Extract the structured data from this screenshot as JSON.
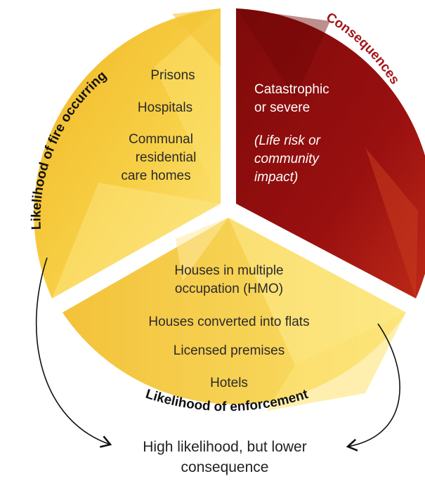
{
  "segments": {
    "likelihood_fire": {
      "label": "Likelihood of fire occurring",
      "items": [
        "Prisons",
        "Hospitals",
        "Communal",
        "residential",
        "care homes"
      ]
    },
    "consequences": {
      "label": "Consequences",
      "line1": "Catastrophic",
      "line2": "or severe",
      "italic1": "(Life risk or",
      "italic2": "community",
      "italic3": "impact)"
    },
    "enforcement": {
      "label": "Likelihood of enforcement",
      "items": [
        "Houses in multiple",
        "occupation (HMO)",
        "Houses converted into flats",
        "Licensed premises",
        "Hotels"
      ]
    }
  },
  "footer": {
    "line1": "High likelihood, but lower",
    "line2": "consequence"
  },
  "colors": {
    "yellow_dark": "#f3bf2a",
    "yellow_light": "#fde47a",
    "red_dark": "#8c0c0c",
    "red_light": "#b8201a",
    "label_red": "#a3161b"
  }
}
